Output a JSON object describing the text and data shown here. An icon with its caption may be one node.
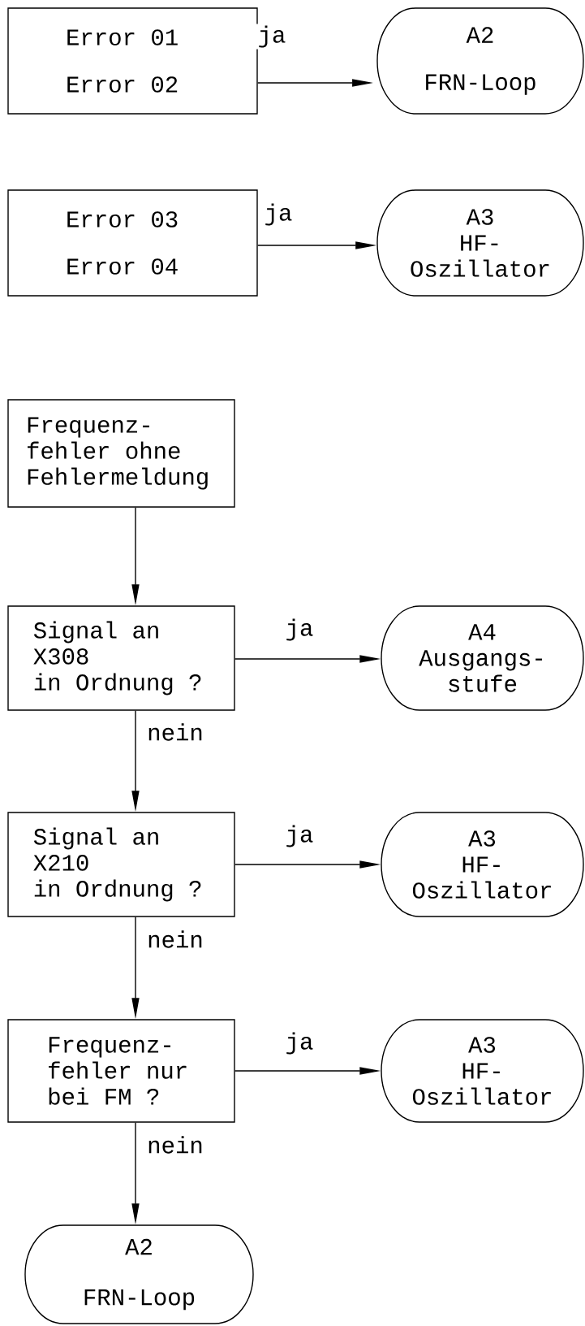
{
  "diagram": {
    "nodes": [
      {
        "text": [
          "Error 01",
          "Error 02"
        ]
      },
      {
        "text": [
          "A2",
          "FRN-Loop"
        ]
      },
      {
        "text": [
          "Error 03",
          "Error 04"
        ]
      },
      {
        "text": [
          "A3",
          "HF- Oszillator"
        ]
      },
      {
        "text": [
          "Frequenz- fehler ohne Fehlermeldung"
        ]
      },
      {
        "text": [
          "Signal an X308 in Ordnung ?"
        ]
      },
      {
        "text": [
          "A4",
          "Ausgangs- stufe"
        ]
      },
      {
        "text": [
          "Signal an X210 in Ordnung ?"
        ]
      },
      {
        "text": [
          "A3",
          "HF- Oszillator"
        ]
      },
      {
        "text": [
          "Frequenz- fehler nur bei FM ?"
        ]
      },
      {
        "text": [
          "A3",
          "HF- Oszillator"
        ]
      },
      {
        "text": [
          "A2",
          "FRN-Loop"
        ]
      }
    ],
    "edges": [
      {
        "from": 0,
        "to": 1,
        "arrow": "to",
        "label": "ja"
      },
      {
        "from": 2,
        "to": 3,
        "arrow": "to",
        "label": "ja"
      },
      {
        "from": 4,
        "to": 5,
        "arrow": "to"
      },
      {
        "from": 5,
        "to": 6,
        "arrow": "to",
        "label": "ja"
      },
      {
        "from": 5,
        "to": 7,
        "arrow": "to",
        "label": "nein"
      },
      {
        "from": 7,
        "to": 8,
        "arrow": "to",
        "label": "ja"
      },
      {
        "from": 7,
        "to": 9,
        "arrow": "to",
        "label": "nein"
      },
      {
        "from": 9,
        "to": 10,
        "arrow": "to",
        "label": "ja"
      },
      {
        "from": 9,
        "to": 11,
        "arrow": "to",
        "label": "nein"
      }
    ]
  }
}
